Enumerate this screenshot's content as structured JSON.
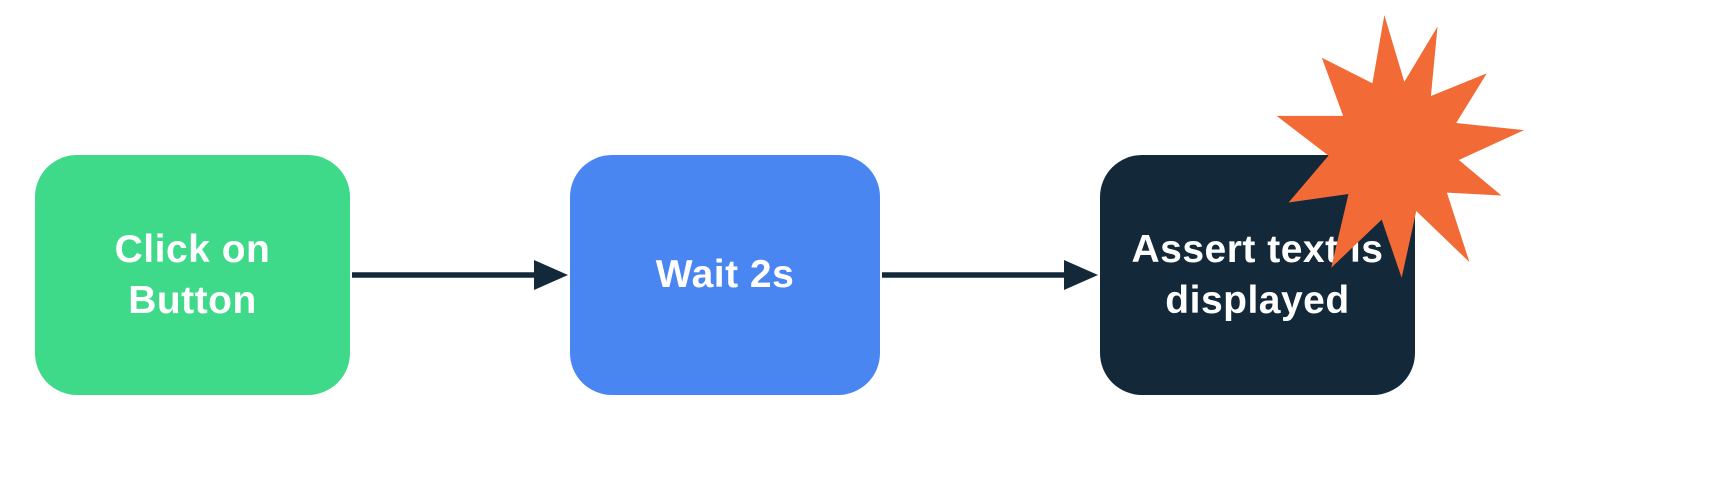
{
  "colors": {
    "background": "#ffffff",
    "node-green": "#3fd98a",
    "node-blue": "#4a86f2",
    "node-dark": "#13293a",
    "node-text": "#ffffff",
    "arrow": "#13293a",
    "burst": "#f26a35"
  },
  "diagram": {
    "type": "flowchart",
    "direction": "left-to-right",
    "nodes": [
      {
        "id": "step-1",
        "label": "Click on Button",
        "color": "green"
      },
      {
        "id": "step-2",
        "label": "Wait 2s",
        "color": "blue"
      },
      {
        "id": "step-3",
        "label": "Assert text is displayed",
        "color": "dark",
        "decoration": "burst"
      }
    ],
    "connectors": [
      {
        "from": "step-1",
        "to": "step-2"
      },
      {
        "from": "step-2",
        "to": "step-3"
      }
    ]
  }
}
